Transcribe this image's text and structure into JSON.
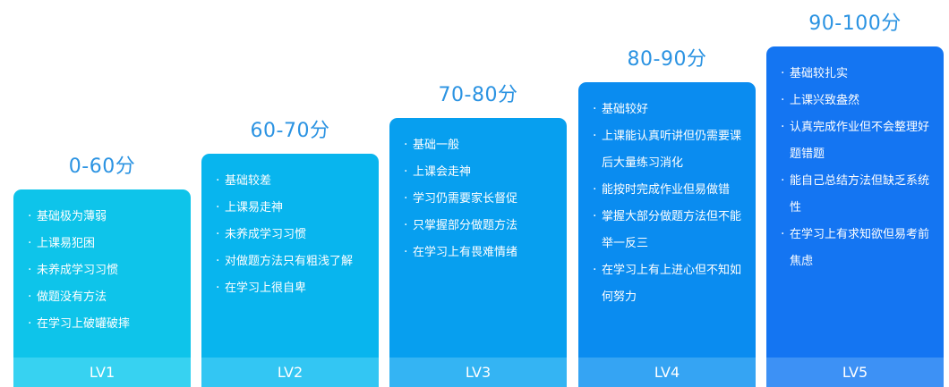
{
  "levels": [
    {
      "score": "0-60分",
      "label": "LV1",
      "items": [
        "基础极为薄弱",
        "上课易犯困",
        "未养成学习习惯",
        "做题没有方法",
        "在学习上破罐破摔"
      ]
    },
    {
      "score": "60-70分",
      "label": "LV2",
      "items": [
        "基础较差",
        "上课易走神",
        "未养成学习习惯",
        "对做题方法只有粗浅了解",
        "在学习上很自卑"
      ]
    },
    {
      "score": "70-80分",
      "label": "LV3",
      "items": [
        "基础一般",
        "上课会走神",
        "学习仍需要家长督促",
        "只掌握部分做题方法",
        "在学习上有畏难情绪"
      ]
    },
    {
      "score": "80-90分",
      "label": "LV4",
      "items": [
        "基础较好",
        "上课能认真听讲但仍需要课后大量练习消化",
        "能按时完成作业但易做错",
        "掌握大部分做题方法但不能举一反三",
        "在学习上有上进心但不知如何努力"
      ]
    },
    {
      "score": "90-100分",
      "label": "LV5",
      "items": [
        "基础较扎实",
        "上课兴致盎然",
        "认真完成作业但不会整理好题错题",
        "能自己总结方法但缺乏系统性",
        "在学习上有求知欲但易考前焦虑"
      ]
    }
  ],
  "colors": {
    "score_text": "#2b93e2",
    "card_1": "#0ec4ea",
    "card_2": "#08b5ee",
    "card_3": "#079fef",
    "card_4": "#0a8cf0",
    "card_5": "#1475f2"
  }
}
